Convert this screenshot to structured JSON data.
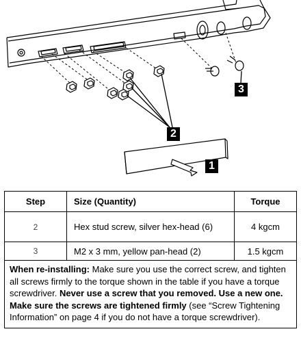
{
  "callouts": [
    "1",
    "2",
    "3"
  ],
  "table": {
    "headers": [
      "Step",
      "Size (Quantity)",
      "Torque"
    ],
    "rows": [
      {
        "step": "2",
        "size": "Hex stud screw, silver hex-head (6)",
        "torque": "4 kgcm"
      },
      {
        "step": "3",
        "size": "M2 x 3 mm, yellow pan-head (2)",
        "torque": "1.5 kgcm"
      }
    ],
    "note": {
      "lead": "When re-installing:",
      "text1": " Make sure you use the correct screw, and tighten all screws firmly to the torque shown in the table if you have a torque screwdriver. ",
      "bold2": "Never use a screw that you removed. Use a new one. Make sure the screws are tightened firmly",
      "text3": " (see “Screw Tightening Information” on page 4 if you do not have a torque screwdriver)."
    }
  }
}
